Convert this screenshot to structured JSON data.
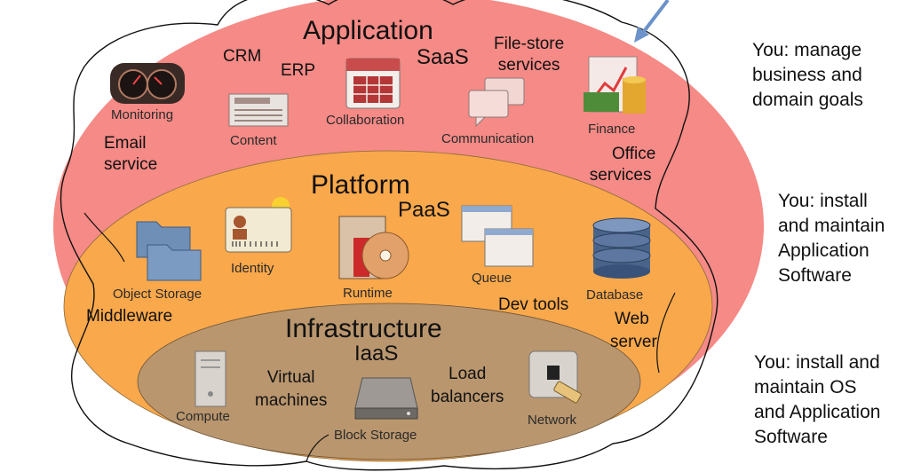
{
  "application": {
    "title": "Application",
    "model": "SaaS",
    "items": {
      "crm": "CRM",
      "erp": "ERP",
      "file_store": [
        "File-store",
        "services"
      ],
      "monitoring": "Monitoring",
      "content": "Content",
      "collaboration": "Collaboration",
      "communication": "Communication",
      "finance": "Finance",
      "email": [
        "Email",
        "service"
      ],
      "office": [
        "Office",
        "services"
      ]
    }
  },
  "platform": {
    "title": "Platform",
    "model": "PaaS",
    "items": {
      "identity": "Identity",
      "object_storage": "Object Storage",
      "middleware": "Middleware",
      "runtime": "Runtime",
      "queue": "Queue",
      "dev_tools": "Dev tools",
      "database": "Database",
      "web_server": [
        "Web",
        "server"
      ]
    }
  },
  "infrastructure": {
    "title": "Infrastructure",
    "model": "IaaS",
    "items": {
      "compute": "Compute",
      "virtual_machines": [
        "Virtual",
        "machines"
      ],
      "block_storage": "Block Storage",
      "load_balancers": [
        "Load",
        "balancers"
      ],
      "network": "Network"
    }
  },
  "responsibilities": {
    "saas": [
      "You: manage",
      "business and",
      "domain goals"
    ],
    "paas": [
      "You: install",
      "and maintain",
      "Application",
      "Software"
    ],
    "iaas": [
      "You: install and",
      "maintain OS",
      "and Application",
      "Software"
    ]
  },
  "icons": {
    "monitoring": "speedometer-icon",
    "content": "newspaper-icon",
    "collaboration": "calendar-icon",
    "communication": "chat-bubbles-icon",
    "finance": "money-chart-icon",
    "object_storage": "folders-icon",
    "identity": "id-card-icon",
    "runtime": "disc-box-icon",
    "queue": "windows-stack-icon",
    "database": "database-cylinder-icon",
    "compute": "server-tower-icon",
    "block_storage": "hard-drive-icon",
    "network": "network-jack-icon"
  },
  "colors": {
    "application_layer": "#f58a86",
    "platform_layer": "#f9a84b",
    "infrastructure_layer": "#b9966e",
    "arrow": "#6b93c9"
  }
}
